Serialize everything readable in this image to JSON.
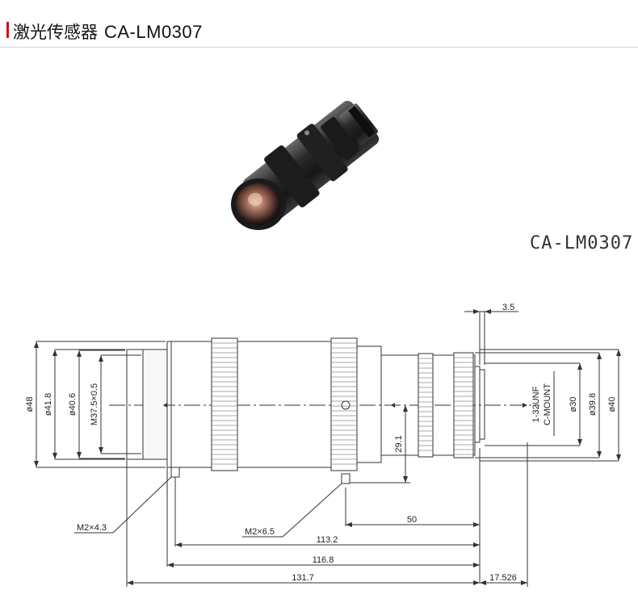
{
  "header": {
    "category": "激光传感器",
    "model": "CA-LM0307"
  },
  "photo": {
    "caption": "CA-LM0307"
  },
  "drawing": {
    "dim_dia_48": "ø48",
    "dim_dia_41_8": "ø41.8",
    "dim_dia_40_6": "ø40.6",
    "dim_thread_m37": "M37.5×0.5",
    "dim_dia_30": "ø30",
    "dim_dia_39_8": "ø39.8",
    "dim_dia_40": "ø40",
    "thread_line1": "1-32UNF",
    "thread_line2": "C-MOUNT",
    "dim_3_5": "3.5",
    "dim_29_1": "29.1",
    "dim_50": "50",
    "dim_113_2": "113.2",
    "dim_116_8": "116.8",
    "dim_131_7": "131.7",
    "dim_17_526": "17.526",
    "screw_left": "M2×4.3",
    "screw_right": "M2×6.5"
  },
  "colors": {
    "accent": "#d0101a",
    "line": "#333333"
  }
}
